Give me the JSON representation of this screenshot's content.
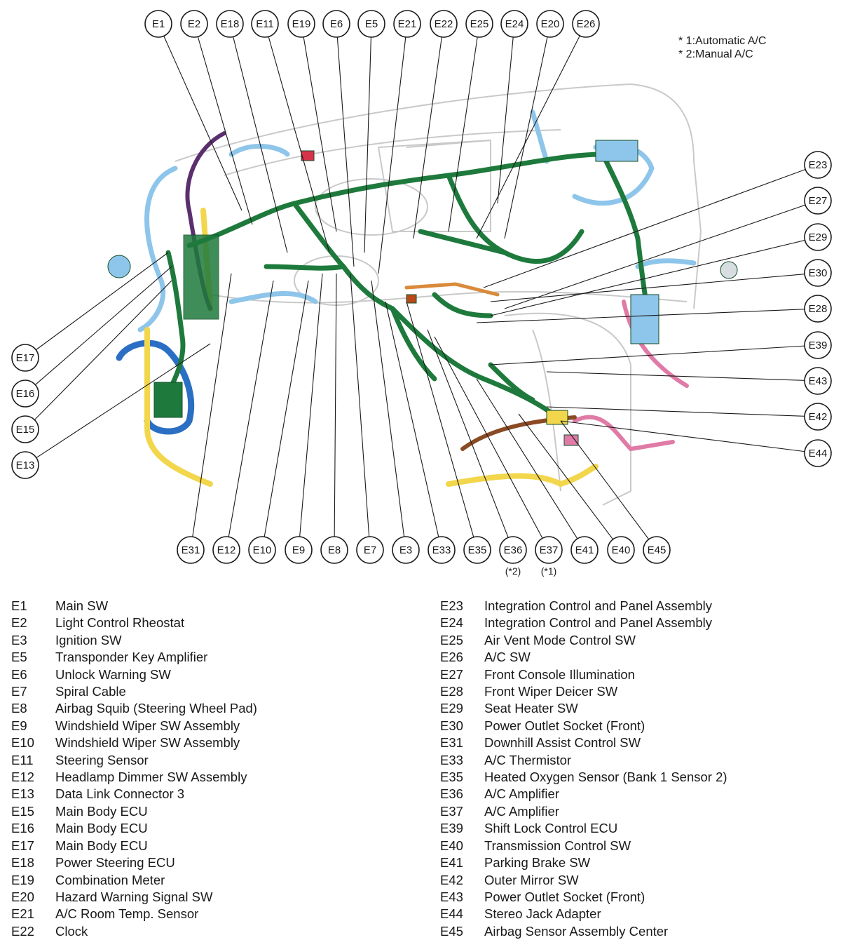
{
  "notes": [
    "* 1:Automatic A/C",
    "* 2:Manual A/C"
  ],
  "callouts": {
    "top": [
      "E1",
      "E2",
      "E18",
      "E11",
      "E19",
      "E6",
      "E5",
      "E21",
      "E22",
      "E25",
      "E24",
      "E20",
      "E26"
    ],
    "right": [
      "E23",
      "E27",
      "E29",
      "E30",
      "E28",
      "E39",
      "E43",
      "E42",
      "E44"
    ],
    "left": [
      "E17",
      "E16",
      "E15",
      "E13"
    ],
    "bottom": [
      "E31",
      "E12",
      "E10",
      "E9",
      "E8",
      "E7",
      "E3",
      "E33",
      "E35",
      "E36",
      "E37",
      "E41",
      "E40",
      "E45"
    ],
    "bottom_sub": {
      "E36": "(*2)",
      "E37": "(*1)"
    }
  },
  "legend_left": [
    {
      "code": "E1",
      "name": "Main SW"
    },
    {
      "code": "E2",
      "name": "Light Control Rheostat"
    },
    {
      "code": "E3",
      "name": "Ignition SW"
    },
    {
      "code": "E5",
      "name": "Transponder Key Amplifier"
    },
    {
      "code": "E6",
      "name": "Unlock Warning SW"
    },
    {
      "code": "E7",
      "name": "Spiral Cable"
    },
    {
      "code": "E8",
      "name": "Airbag Squib (Steering Wheel Pad)"
    },
    {
      "code": "E9",
      "name": "Windshield Wiper SW Assembly"
    },
    {
      "code": "E10",
      "name": "Windshield Wiper SW Assembly"
    },
    {
      "code": "E11",
      "name": "Steering Sensor"
    },
    {
      "code": "E12",
      "name": "Headlamp Dimmer SW Assembly"
    },
    {
      "code": "E13",
      "name": "Data Link Connector 3"
    },
    {
      "code": "E15",
      "name": "Main Body ECU"
    },
    {
      "code": "E16",
      "name": "Main Body ECU"
    },
    {
      "code": "E17",
      "name": "Main Body ECU"
    },
    {
      "code": "E18",
      "name": "Power Steering ECU"
    },
    {
      "code": "E19",
      "name": "Combination Meter"
    },
    {
      "code": "E20",
      "name": "Hazard Warning Signal SW"
    },
    {
      "code": "E21",
      "name": "A/C Room Temp. Sensor"
    },
    {
      "code": "E22",
      "name": "Clock"
    }
  ],
  "legend_right": [
    {
      "code": "E23",
      "name": "Integration Control and Panel Assembly"
    },
    {
      "code": "E24",
      "name": "Integration Control and Panel Assembly"
    },
    {
      "code": "E25",
      "name": "Air Vent Mode Control SW"
    },
    {
      "code": "E26",
      "name": "A/C SW"
    },
    {
      "code": "E27",
      "name": "Front Console Illumination"
    },
    {
      "code": "E28",
      "name": "Front Wiper Deicer SW"
    },
    {
      "code": "E29",
      "name": "Seat Heater SW"
    },
    {
      "code": "E30",
      "name": "Power Outlet Socket (Front)"
    },
    {
      "code": "E31",
      "name": "Downhill Assist Control SW"
    },
    {
      "code": "E33",
      "name": "A/C Thermistor"
    },
    {
      "code": "E35",
      "name": "Heated Oxygen Sensor (Bank 1 Sensor 2)"
    },
    {
      "code": "E36",
      "name": "A/C Amplifier"
    },
    {
      "code": "E37",
      "name": "A/C Amplifier"
    },
    {
      "code": "E39",
      "name": "Shift Lock Control ECU"
    },
    {
      "code": "E40",
      "name": "Transmission Control SW"
    },
    {
      "code": "E41",
      "name": "Parking Brake SW"
    },
    {
      "code": "E42",
      "name": "Outer Mirror SW"
    },
    {
      "code": "E43",
      "name": "Power Outlet Socket (Front)"
    },
    {
      "code": "E44",
      "name": "Stereo Jack Adapter"
    },
    {
      "code": "E45",
      "name": "Airbag Sensor Assembly Center"
    }
  ],
  "colors": {
    "harness_green": "#1e7a3c",
    "harness_light_blue": "#8ec5ea",
    "harness_blue": "#2a6fc4",
    "harness_yellow": "#f2d64b",
    "harness_purple": "#5b2f6e",
    "harness_pink": "#e07aa6",
    "harness_brown": "#8a4a24",
    "harness_orange": "#d98a3a",
    "dash_outline": "#c9c9c9"
  }
}
